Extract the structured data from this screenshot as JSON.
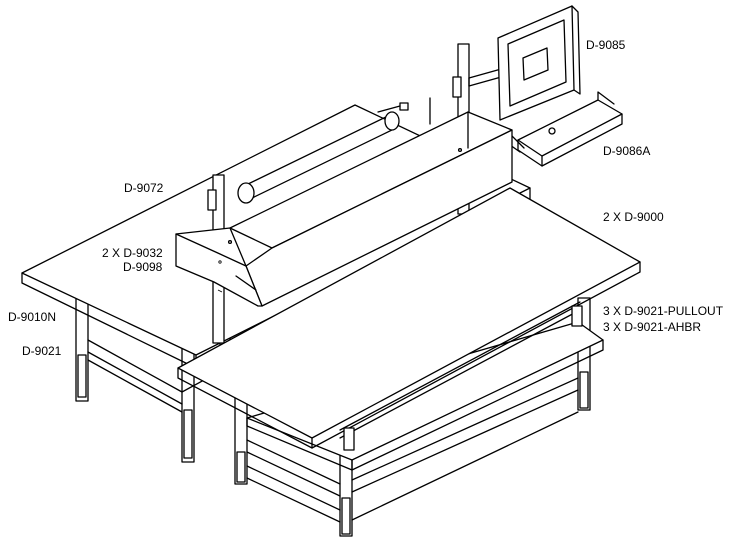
{
  "labels": {
    "monitor_arm": "D-9085",
    "keyboard_tray": "D-9086A",
    "paper_roll": "D-9072",
    "shelf_qty": "2  X D-9032",
    "shelf_bracket": "D-9098",
    "rear_table": "D-9010N",
    "rear_leg": "D-9021",
    "front_table": "2 X D-9000",
    "pullout": "3 X D-9021-PULLOUT",
    "ahbr": "3 X D-9021-AHBR"
  }
}
